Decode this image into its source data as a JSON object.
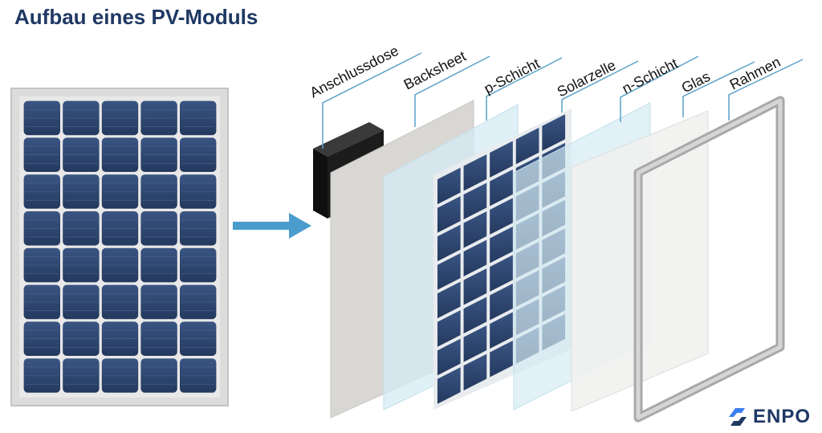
{
  "title": "Aufbau eines PV-Moduls",
  "layers": [
    {
      "id": "anschlussdose",
      "label": "Anschlussdose"
    },
    {
      "id": "backsheet",
      "label": "Backsheet"
    },
    {
      "id": "p-schicht",
      "label": "p-Schicht"
    },
    {
      "id": "solarzelle",
      "label": "Solarzelle"
    },
    {
      "id": "n-schicht",
      "label": "n-Schicht"
    },
    {
      "id": "glas",
      "label": "Glas"
    },
    {
      "id": "rahmen",
      "label": "Rahmen"
    }
  ],
  "logo": {
    "text": "ENPO"
  },
  "colors": {
    "title": "#1f3864",
    "cell": "#2f4770",
    "leader_line": "#5aa0c8",
    "arrow": "#4a9ccd",
    "frame": "#bdbdbd",
    "junction_box": "#1c1c1c",
    "backsheet": "#d8d6d3"
  }
}
